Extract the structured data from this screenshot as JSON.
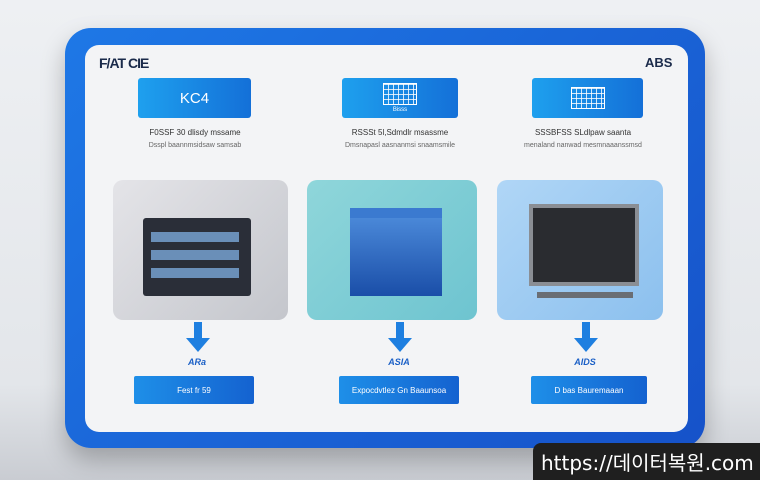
{
  "header": {
    "title": "F/AT CIE",
    "right_label": "ABS"
  },
  "steps": [
    {
      "box_text": "KC4",
      "desc": "F0SSF 30 dlisdy mssame",
      "sub": "Dsspl baannmsidsaw samsab",
      "label": "ARa",
      "button": "Fest fr 59"
    },
    {
      "box_text": "Bisss",
      "desc": "RSSSt 5l,Sdmdlr msassme",
      "sub": "Dmsnapasl aasnanmsi snaamsmile",
      "label": "ASIA",
      "button": "Expocdvtlez Gn Baaunsoa"
    },
    {
      "box_text": "",
      "desc": "SSSBFSS SLdlpaw saanta",
      "sub": "menaland nanwad mesmnaaanssmsd",
      "label": "AIDS",
      "button": "D bas Bauremaaan"
    }
  ],
  "watermark": "https://데이터복원.com"
}
